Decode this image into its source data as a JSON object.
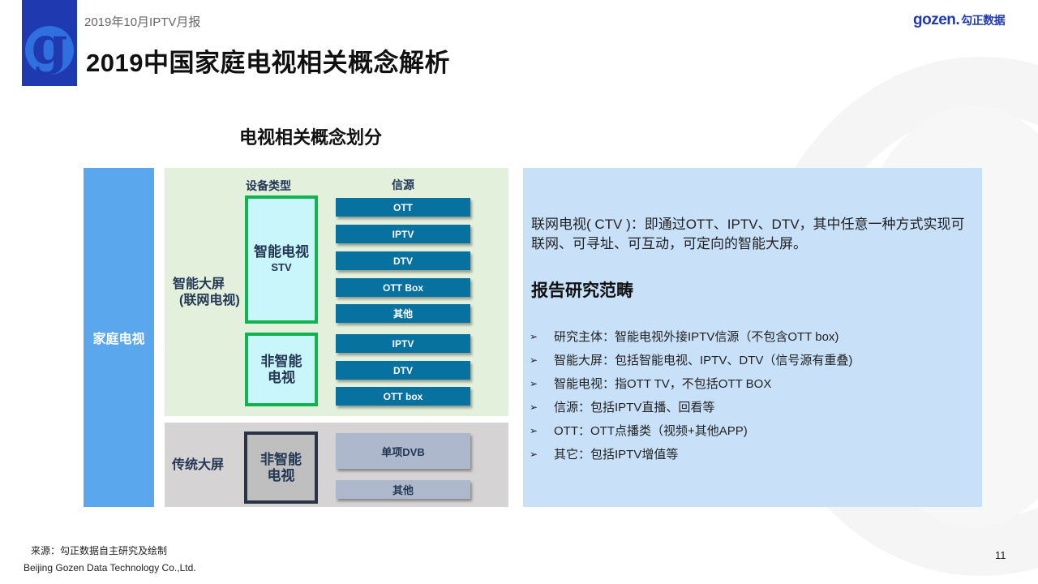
{
  "header": {
    "subtitle": "2019年10月IPTV月报",
    "title": "2019中国家庭电视相关概念解析",
    "logo_letter": "g",
    "brand_en": "gozen.",
    "brand_cn": "勾正数据"
  },
  "diagram": {
    "title": "电视相关概念划分",
    "root_label": "家庭电视",
    "column_headers": {
      "device_type": "设备类型",
      "source": "信源"
    },
    "groups": [
      {
        "label_line1": "智能大屏",
        "label_line2": "(联网电视)",
        "devices": [
          {
            "name_cn": "智能电视",
            "name_en": "STV",
            "sources": [
              "OTT",
              "IPTV",
              "DTV",
              "OTT Box",
              "其他"
            ]
          },
          {
            "name_cn_line1": "非智能",
            "name_cn_line2": "电视",
            "sources": [
              "IPTV",
              "DTV",
              "OTT box"
            ]
          }
        ]
      },
      {
        "label_line1": "传统大屏",
        "devices": [
          {
            "name_cn_line1": "非智能",
            "name_cn_line2": "电视",
            "sources": [
              "单项DVB",
              "其他"
            ]
          }
        ]
      }
    ]
  },
  "info": {
    "definition": "联网电视( CTV )：即通过OTT、IPTV、DTV，其中任意一种方式实现可联网、可寻址、可互动，可定向的智能大屏。",
    "scope_title": "报告研究范畴",
    "bullet_marker": "➢",
    "bullets": [
      "研究主体：智能电视外接IPTV信源（不包含OTT box)",
      "智能大屏：包括智能电视、IPTV、DTV（信号源有重叠)",
      "智能电视：指OTT TV，不包括OTT BOX",
      "信源：包括IPTV直播、回看等",
      "OTT：OTT点播类（视频+其他APP)",
      "其它：包括IPTV增值等"
    ]
  },
  "footer": {
    "source": "来源：勾正数据自主研究及绘制",
    "company": "Beijing Gozen Data Technology Co.,Ltd.",
    "page_number": "11"
  },
  "colors": {
    "logo_blue": "#1f3ab0",
    "root_blue": "#5ba7ee",
    "smart_bg": "#e2f0dc",
    "traditional_bg": "#d5d3d3",
    "source_teal": "#07719f",
    "source_grey": "#adb8cc",
    "smart_border": "#12b24f",
    "info_bg": "#c8e1f8"
  }
}
